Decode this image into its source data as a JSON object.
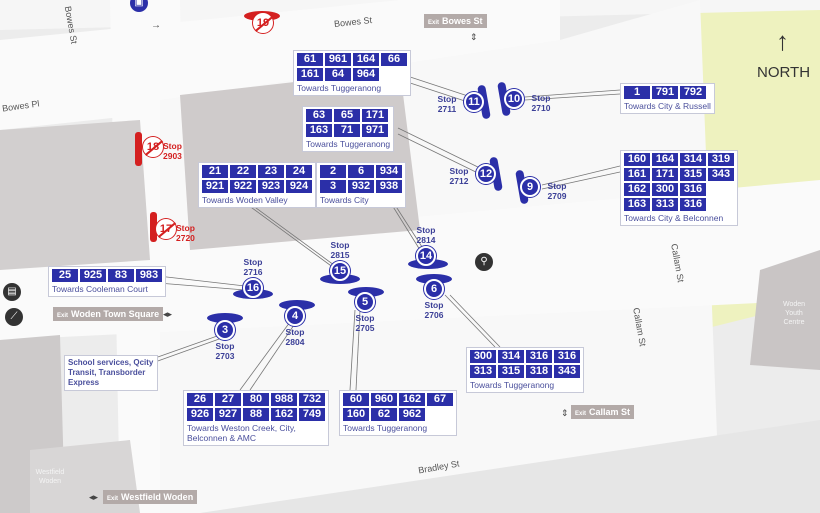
{
  "compass": {
    "label": "NORTH"
  },
  "route_boxes": [
    {
      "routes": [
        [
          "61",
          "961",
          "164",
          "66"
        ],
        [
          "161",
          "64",
          "964"
        ]
      ],
      "destination": "Towards Tuggeranong"
    },
    {
      "routes": [
        [
          "63",
          "65",
          "171"
        ],
        [
          "163",
          "71",
          "971"
        ]
      ],
      "destination": "Towards Tuggeranong"
    },
    {
      "routes": [
        [
          "21",
          "22",
          "23",
          "24"
        ],
        [
          "921",
          "922",
          "923",
          "924"
        ]
      ],
      "destination": "Towards Woden Valley"
    },
    {
      "routes": [
        [
          "2",
          "6",
          "934"
        ],
        [
          "3",
          "932",
          "938"
        ]
      ],
      "destination": "Towards City"
    },
    {
      "routes": [
        [
          "1",
          "791",
          "792"
        ]
      ],
      "destination": "Towards City & Russell"
    },
    {
      "routes": [
        [
          "160",
          "164",
          "314",
          "319"
        ],
        [
          "161",
          "171",
          "315",
          "343"
        ],
        [
          "162",
          "300",
          "316"
        ],
        [
          "163",
          "313",
          "316"
        ]
      ],
      "destination": "Towards City & Belconnen"
    },
    {
      "routes": [
        [
          "25",
          "925",
          "83",
          "983"
        ]
      ],
      "destination": "Towards Cooleman Court"
    },
    {
      "routes": [
        [
          "26",
          "27",
          "80",
          "988",
          "732"
        ],
        [
          "926",
          "927",
          "88",
          "162",
          "749"
        ]
      ],
      "destination": "Towards Weston Creek, City, Belconnen & AMC"
    },
    {
      "routes": [
        [
          "60",
          "960",
          "162",
          "67"
        ],
        [
          "160",
          "62",
          "962"
        ]
      ],
      "destination": "Towards Tuggeranong"
    },
    {
      "routes": [
        [
          "300",
          "314",
          "316",
          "316"
        ],
        [
          "313",
          "315",
          "318",
          "343"
        ]
      ],
      "destination": "Towards Tuggeranong"
    }
  ],
  "school_box": {
    "text": "School services, Qcity Transit, Transborder Express"
  },
  "stops": [
    {
      "number": "11",
      "label": "Stop 2711"
    },
    {
      "number": "10",
      "label": "Stop 2710"
    },
    {
      "number": "12",
      "label": "Stop 2712"
    },
    {
      "number": "9",
      "label": "Stop 2709"
    },
    {
      "number": "14",
      "label": "Stop 2814"
    },
    {
      "number": "15",
      "label": "Stop 2815"
    },
    {
      "number": "16",
      "label": "Stop 2716"
    },
    {
      "number": "3",
      "label": "Stop 2703"
    },
    {
      "number": "4",
      "label": "Stop 2804"
    },
    {
      "number": "5",
      "label": "Stop 2705"
    },
    {
      "number": "6",
      "label": "Stop 2706"
    }
  ],
  "closed_stops": [
    {
      "number": "18",
      "label": "Stop 2903"
    },
    {
      "number": "17",
      "label": "Stop 2720"
    },
    {
      "number": "19",
      "label": ""
    }
  ],
  "exits": {
    "prefix": "Exit",
    "bowes": "Bowes St",
    "woden_town_square": "Woden Town Square",
    "callam": "Callam St",
    "westfield": "Westfield Woden"
  },
  "streets": {
    "bowes_st_h": "Bowes St",
    "bowes_st_v": "Bowes St",
    "bowes_pl": "Bowes Pl",
    "callam_1": "Callam St",
    "callam_2": "Callam St",
    "bradley": "Bradley St"
  },
  "buildings": {
    "westfield": "Westfield Woden",
    "youth": "Woden Youth Centre"
  },
  "colors": {
    "stop": "#2b2fa8",
    "closed_stop": "#d42020",
    "park": "#eef2bf"
  }
}
